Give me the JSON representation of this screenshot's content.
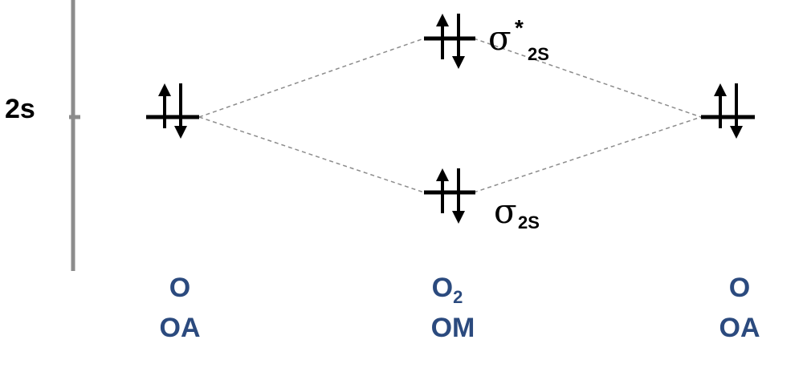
{
  "colors": {
    "axis": "#8c8c8c",
    "label": "#2b4a7e",
    "ink": "#000000",
    "connector": "#8c8c8c"
  },
  "energy_axis": {
    "level_label": "2s"
  },
  "orbitals": {
    "antibonding": {
      "symbol": "σ",
      "superscript": "*",
      "subscript": "2S",
      "electrons": 2
    },
    "bonding": {
      "symbol": "σ",
      "subscript": "2S",
      "electrons": 2
    },
    "left_atom": {
      "electrons": 2
    },
    "right_atom": {
      "electrons": 2
    }
  },
  "columns": {
    "left": {
      "line1": "O",
      "line2": "OA"
    },
    "middle": {
      "line1_base": "O",
      "line1_sub": "2",
      "line2": "OM"
    },
    "right": {
      "line1": "O",
      "line2": "OA"
    }
  }
}
